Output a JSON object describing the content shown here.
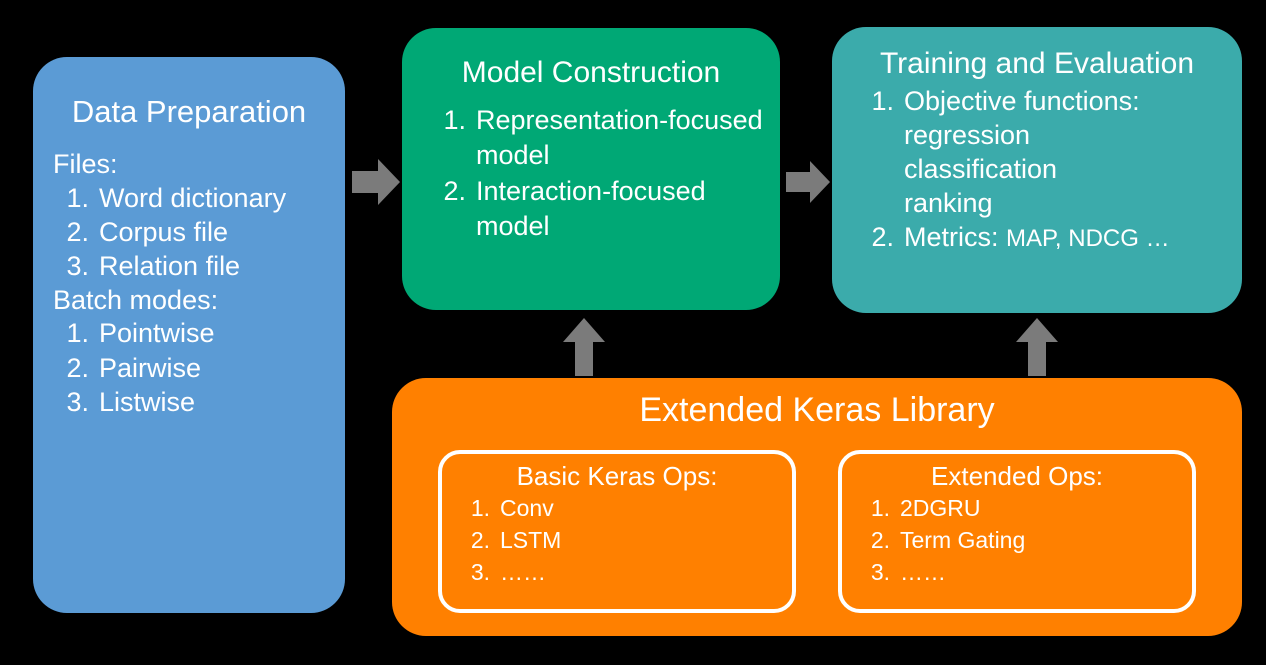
{
  "colors": {
    "background": "#000000",
    "blue": "#5B9BD5",
    "green": "#00A875",
    "teal": "#3BABAB",
    "orange": "#FF8000",
    "arrow_gray": "#7B7B7B",
    "text": "#FFFFFF"
  },
  "data_preparation": {
    "title": "Data Preparation",
    "files_label": "Files:",
    "files": [
      {
        "num": "1.",
        "text": "Word dictionary"
      },
      {
        "num": "2.",
        "text": "Corpus file"
      },
      {
        "num": "3.",
        "text": "Relation file"
      }
    ],
    "batch_modes_label": "Batch modes:",
    "batch_modes": [
      {
        "num": "1.",
        "text": "Pointwise"
      },
      {
        "num": "2.",
        "text": "Pairwise"
      },
      {
        "num": "3.",
        "text": "Listwise"
      }
    ]
  },
  "model_construction": {
    "title": "Model Construction",
    "items": [
      {
        "num": "1.",
        "text": "Representation-focused model"
      },
      {
        "num": "2.",
        "text": "Interaction-focused model"
      }
    ]
  },
  "training_evaluation": {
    "title": "Training and Evaluation",
    "item1": {
      "num": "1.",
      "text": "Objective functions:"
    },
    "item1_sublines": [
      "regression",
      "classification",
      "ranking"
    ],
    "item2": {
      "num": "2.",
      "text": "Metrics: ",
      "tail": "MAP, NDCG …"
    }
  },
  "extended_keras_library": {
    "title": "Extended Keras Library",
    "basic_ops": {
      "title": "Basic Keras Ops:",
      "items": [
        {
          "num": "1.",
          "text": "Conv"
        },
        {
          "num": "2.",
          "text": "LSTM"
        },
        {
          "num": "3.",
          "text": "……"
        }
      ]
    },
    "extended_ops": {
      "title": "Extended Ops:",
      "items": [
        {
          "num": "1.",
          "text": "2DGRU"
        },
        {
          "num": "2.",
          "text": "Term Gating"
        },
        {
          "num": "3.",
          "text": "……"
        }
      ]
    }
  },
  "arrows": [
    {
      "name": "arrow-prep-to-model",
      "direction": "right"
    },
    {
      "name": "arrow-model-to-train",
      "direction": "right"
    },
    {
      "name": "arrow-keras-to-model",
      "direction": "up"
    },
    {
      "name": "arrow-keras-to-train",
      "direction": "up"
    }
  ]
}
